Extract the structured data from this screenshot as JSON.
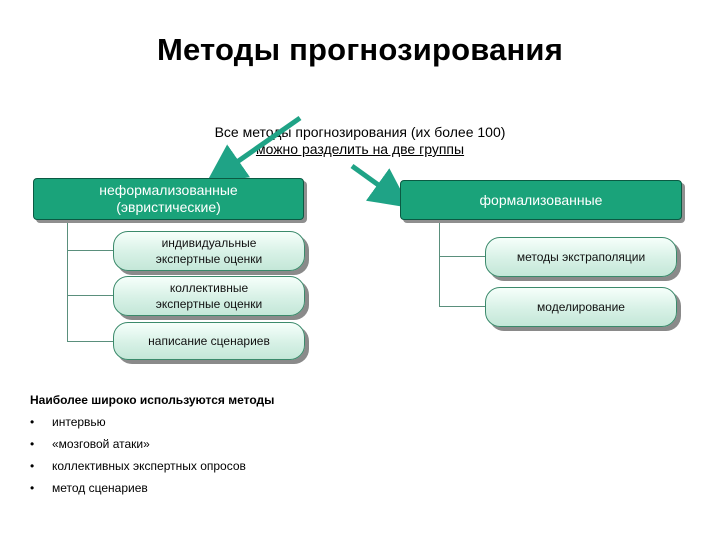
{
  "title": "Методы прогнозирования",
  "intro": {
    "line1": "Все методы прогнозирования (их более 100)",
    "line2": "можно разделить на две группы"
  },
  "groups": [
    {
      "label_line1": "неформализованные",
      "label_line2": "(эвристические)",
      "methods": [
        {
          "line1": "индивидуальные",
          "line2": "экспертные оценки"
        },
        {
          "line1": "коллективные",
          "line2": "экспертные оценки"
        },
        {
          "line1": "написание сценариев",
          "line2": ""
        }
      ]
    },
    {
      "label_line1": "формализованные",
      "label_line2": "",
      "methods": [
        {
          "line1": "методы экстраполяции",
          "line2": ""
        },
        {
          "line1": "моделирование",
          "line2": ""
        }
      ]
    }
  ],
  "common": {
    "heading": "Наиболее широко используются методы",
    "bullet_symbol": "•",
    "items": [
      "интервью",
      "«мозговой атаки»",
      "коллективных экспертных опросов",
      "метод сценариев"
    ]
  },
  "colors": {
    "category_fill": "#1aa37a",
    "pill_fill": "#d7f1e6",
    "arrow": "#1fa386"
  }
}
